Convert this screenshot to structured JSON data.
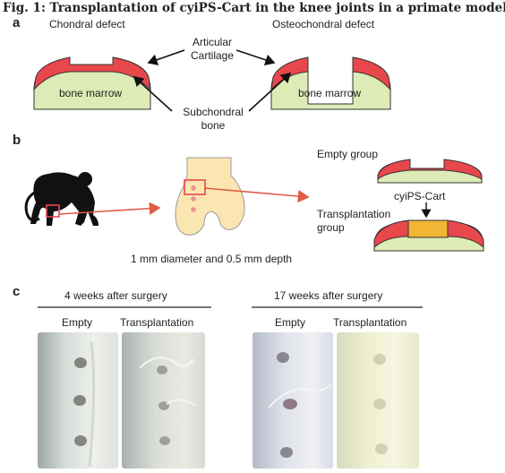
{
  "title": "Fig. 1: Transplantation of cyiPS-Cart in the knee joints in a primate model.",
  "panel_a": {
    "label": "a",
    "chondral_defect": "Chondral defect",
    "osteochondral_defect": "Osteochondral defect",
    "articular_cartilage_line1": "Articular",
    "articular_cartilage_line2": "Cartilage",
    "bone_marrow_left": "bone marrow",
    "bone_marrow_right": "bone marrow",
    "subchondral_line1": "Subchondral",
    "subchondral_line2": "bone"
  },
  "panel_b": {
    "label": "b",
    "empty_group": "Empty group",
    "cyips_cart": "cyiPS-Cart",
    "transplantation_group_line1": "Transplantation",
    "transplantation_group_line2": "group",
    "defect_caption": "1 mm diameter and 0.5 mm depth"
  },
  "panel_c": {
    "label": "c",
    "week4_header": "4 weeks after surgery",
    "week17_header": "17 weeks after surgery",
    "empty_4w": "Empty",
    "transplantation_4w": "Transplantation",
    "empty_17w": "Empty",
    "transplantation_17w": "Transplantation"
  },
  "colors": {
    "cartilage": "#e8474c",
    "bone": "#ddebb6",
    "graft": "#f2b634",
    "femur": "#fbe6b2",
    "arrow_red": "#e05a45"
  }
}
